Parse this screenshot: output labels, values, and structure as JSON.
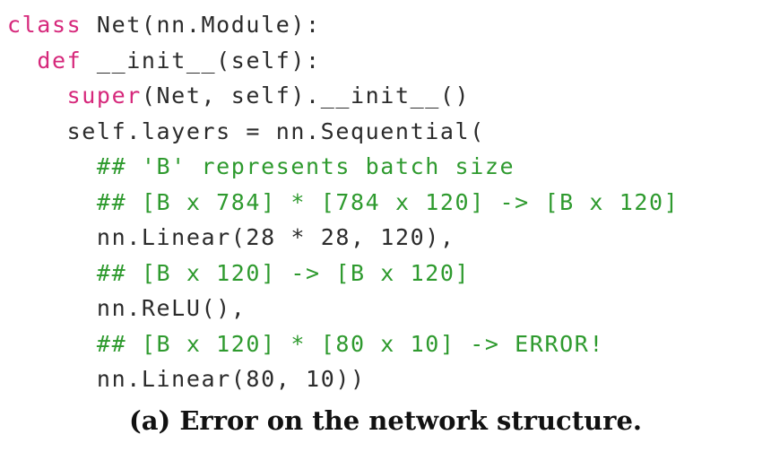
{
  "code": {
    "lines": [
      {
        "indent": "",
        "parts": [
          {
            "t": "kw",
            "s": "class"
          },
          {
            "t": "tx",
            "s": " Net(nn.Module):"
          }
        ]
      },
      {
        "indent": "  ",
        "parts": [
          {
            "t": "kw",
            "s": "def"
          },
          {
            "t": "tx",
            "s": " __init__(self):"
          }
        ]
      },
      {
        "indent": "    ",
        "parts": [
          {
            "t": "kw",
            "s": "super"
          },
          {
            "t": "tx",
            "s": "(Net, self).__init__()"
          }
        ]
      },
      {
        "indent": "    ",
        "parts": [
          {
            "t": "tx",
            "s": "self.layers = nn.Sequential("
          }
        ]
      },
      {
        "indent": "      ",
        "parts": [
          {
            "t": "cm",
            "s": "## 'B' represents batch size"
          }
        ]
      },
      {
        "indent": "      ",
        "parts": [
          {
            "t": "cm",
            "s": "## [B x 784] * [784 x 120] -> [B x 120]"
          }
        ]
      },
      {
        "indent": "      ",
        "parts": [
          {
            "t": "tx",
            "s": "nn.Linear(28 * 28, 120),"
          }
        ]
      },
      {
        "indent": "      ",
        "parts": [
          {
            "t": "cm",
            "s": "## [B x 120] -> [B x 120]"
          }
        ]
      },
      {
        "indent": "      ",
        "parts": [
          {
            "t": "tx",
            "s": "nn.ReLU(),"
          }
        ]
      },
      {
        "indent": "      ",
        "parts": [
          {
            "t": "cm",
            "s": "## [B x 120] * [80 x 10] -> ERROR!"
          }
        ]
      },
      {
        "indent": "      ",
        "parts": [
          {
            "t": "tx",
            "s": "nn.Linear(80, 10))"
          }
        ]
      }
    ]
  },
  "caption": "(a) Error on the network structure.",
  "colors": {
    "keyword": "#d6287b",
    "comment": "#2e9a2e",
    "text": "#2b2b2b"
  }
}
